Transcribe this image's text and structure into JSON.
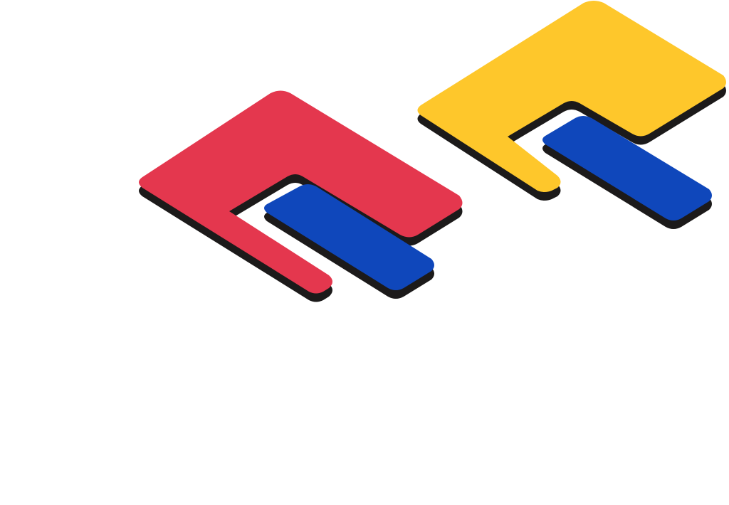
{
  "colors": {
    "background": "#ffffff",
    "red": "#e4374e",
    "yellow": "#fec72b",
    "blue": "#0f47bb",
    "shadow": "#1c1a1a"
  },
  "shapes": {
    "left_emblem": {
      "frame_color": "red",
      "bar_color": "blue"
    },
    "right_emblem": {
      "frame_color": "yellow",
      "bar_color": "blue"
    }
  }
}
